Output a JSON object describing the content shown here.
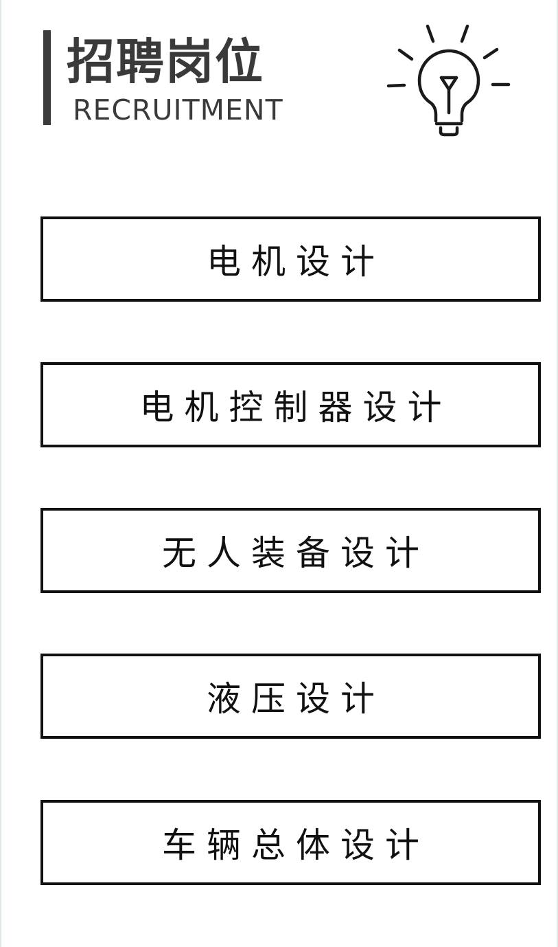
{
  "header": {
    "title": "招聘岗位",
    "subtitle": "RECRUITMENT",
    "icon": "lightbulb-icon"
  },
  "jobs": [
    {
      "label": "电机设计"
    },
    {
      "label": "电机控制器设计"
    },
    {
      "label": "无人装备设计"
    },
    {
      "label": "液压设计"
    },
    {
      "label": "车辆总体设计"
    }
  ],
  "colors": {
    "heading": "#3a3a3a",
    "accent_bar": "#3b3b3b",
    "border": "#111111",
    "background": "#ffffff"
  }
}
